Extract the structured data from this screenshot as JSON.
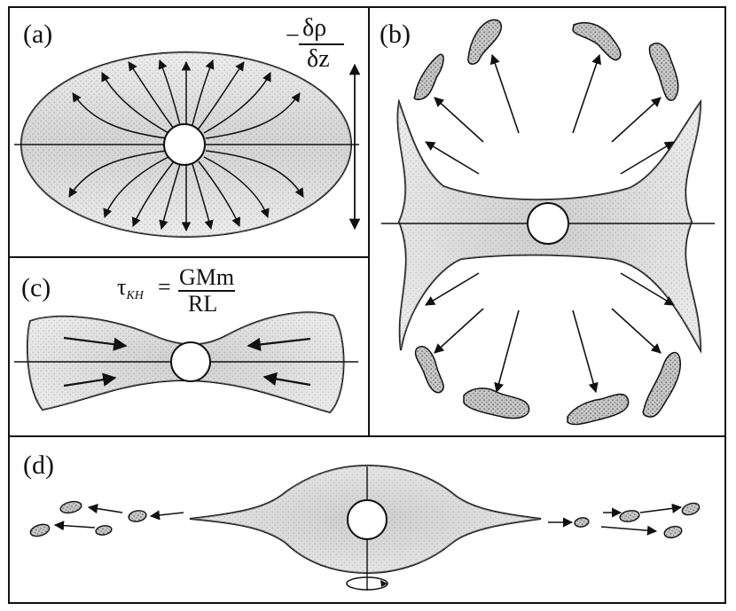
{
  "panels": [
    {
      "id": "a",
      "label": "(a)"
    },
    {
      "id": "b",
      "label": "(b)"
    },
    {
      "id": "c",
      "label": "(c)"
    },
    {
      "id": "d",
      "label": "(d)"
    }
  ],
  "formulas": {
    "a": {
      "minus": "−",
      "numerator": "δρ",
      "denominator": "δz"
    },
    "c": {
      "symbol": "τ",
      "subscript": "KH",
      "equals": "=",
      "numerator": "GMm",
      "denominator": "RL"
    }
  },
  "colors": {
    "stroke": "#111111",
    "shade_light": "#e4e4e4",
    "shade_mid": "#cfcfcf",
    "shade_dark": "#b7b7b7",
    "background": "#ffffff"
  }
}
